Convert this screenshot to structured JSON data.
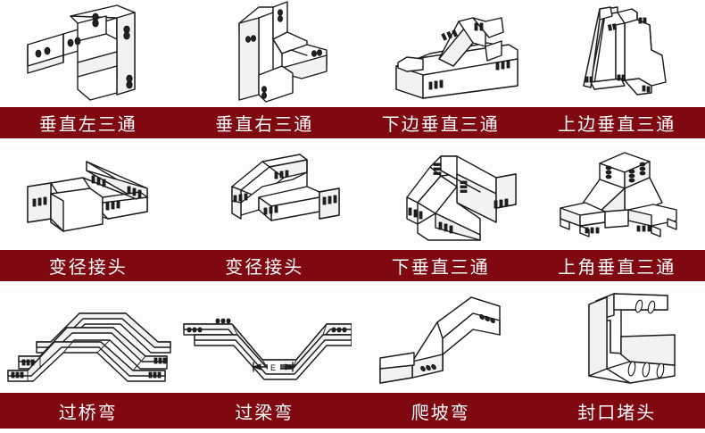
{
  "page": {
    "title": "Cable Tray Fittings Catalog Grid",
    "background_color": "#ffffff",
    "label_bar_color": "#800811",
    "label_text_color": "#ffffff",
    "columns": 4,
    "rows": 3
  },
  "rows": [
    {
      "index": 1,
      "items": [
        {
          "label": "垂直左三通",
          "icon": "vertical-left-tee-drawing"
        },
        {
          "label": "垂直右三通",
          "icon": "vertical-right-tee-drawing"
        },
        {
          "label": "下边垂直三通",
          "icon": "lower-side-vertical-tee-drawing"
        },
        {
          "label": "上边垂直三通",
          "icon": "upper-side-vertical-tee-drawing"
        }
      ]
    },
    {
      "index": 2,
      "items": [
        {
          "label": "变径接头",
          "icon": "reducer-connector-drawing"
        },
        {
          "label": "变径接头",
          "icon": "reducer-connector-offset-drawing"
        },
        {
          "label": "下垂直三通",
          "icon": "down-vertical-tee-drawing"
        },
        {
          "label": "上角垂直三通",
          "icon": "upper-corner-vertical-tee-drawing"
        }
      ]
    },
    {
      "index": 3,
      "items": [
        {
          "label": "过桥弯",
          "icon": "bridge-bend-drawing"
        },
        {
          "label": "过梁弯",
          "icon": "beam-bend-drawing",
          "dimension_label": "E"
        },
        {
          "label": "爬坡弯",
          "icon": "slope-bend-drawing"
        },
        {
          "label": "封口堵头",
          "icon": "end-cap-drawing"
        }
      ]
    }
  ]
}
